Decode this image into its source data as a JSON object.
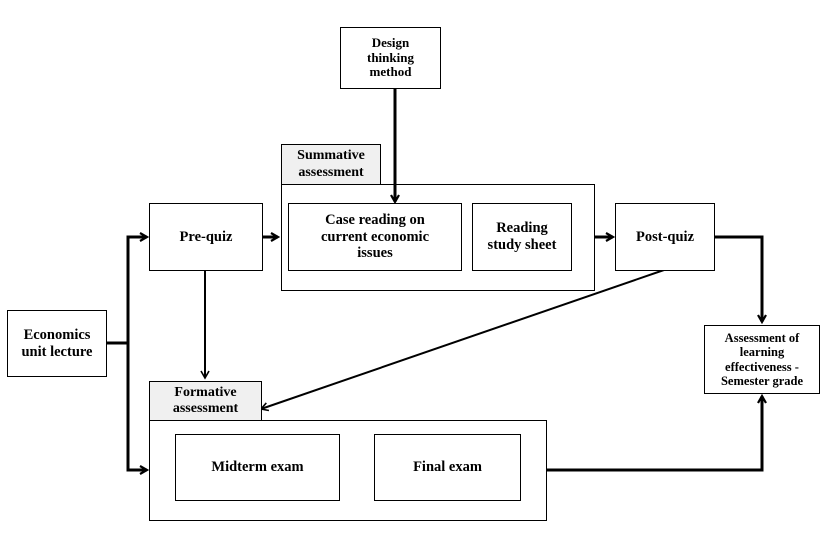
{
  "diagram": {
    "nodes": {
      "design_thinking": "Design thinking method",
      "summative_label": "Summative assessment",
      "case_reading": "Case reading on current economic issues",
      "reading_sheet": "Reading study sheet",
      "pre_quiz": "Pre-quiz",
      "post_quiz": "Post-quiz",
      "economics_lecture": "Economics unit lecture",
      "formative_label": "Formative assessment",
      "midterm": "Midterm exam",
      "final": "Final exam",
      "assessment": "Assessment of learning effectiveness - Semester grade"
    },
    "edges": [
      {
        "from": "Economics unit lecture",
        "to": "Pre-quiz"
      },
      {
        "from": "Economics unit lecture",
        "to": "Formative assessment"
      },
      {
        "from": "Pre-quiz",
        "to": "Summative assessment"
      },
      {
        "from": "Pre-quiz",
        "to": "Formative assessment"
      },
      {
        "from": "Design thinking method",
        "to": "Case reading on current economic issues"
      },
      {
        "from": "Summative assessment",
        "to": "Post-quiz"
      },
      {
        "from": "Post-quiz",
        "to": "Formative assessment"
      },
      {
        "from": "Post-quiz",
        "to": "Assessment of learning effectiveness - Semester grade"
      },
      {
        "from": "Formative assessment",
        "to": "Assessment of learning effectiveness - Semester grade"
      }
    ]
  }
}
